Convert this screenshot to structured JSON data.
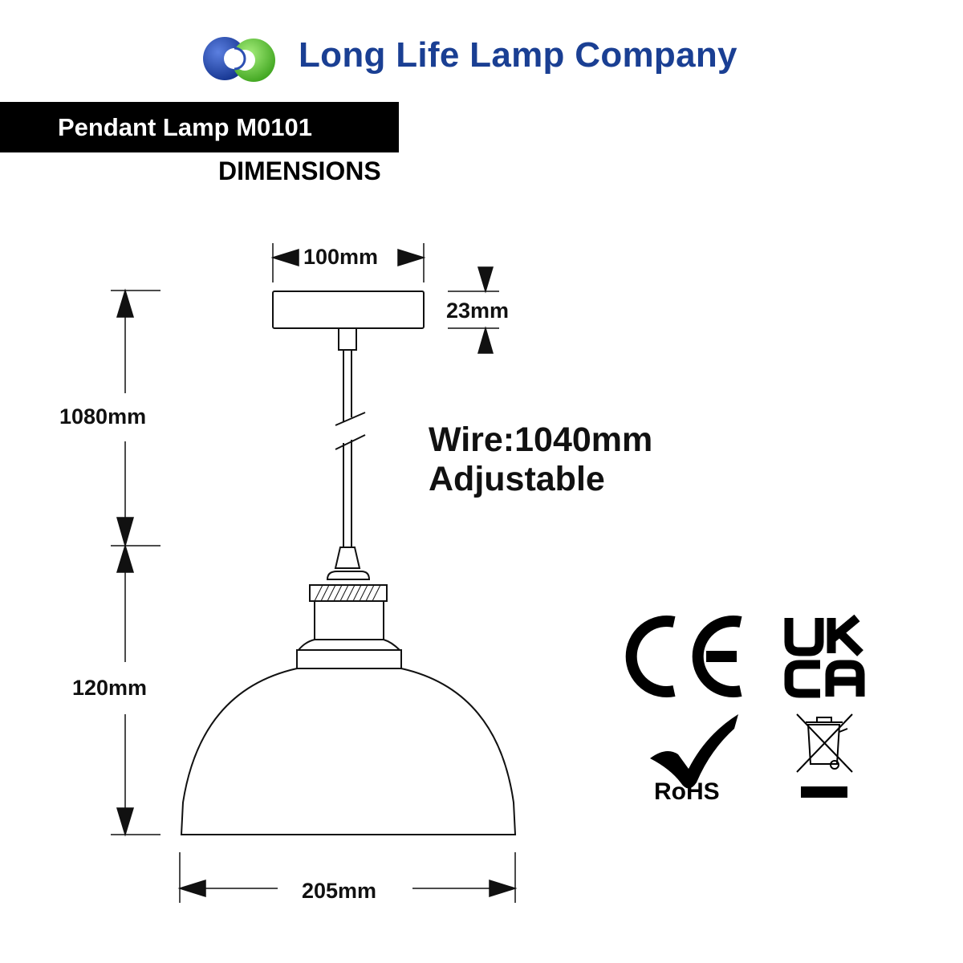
{
  "header": {
    "company_name": "Long Life Lamp Company",
    "logo_icon": "interlocking-rings-logo",
    "product_title": "Pendant Lamp M0101",
    "section_label": "DIMENSIONS"
  },
  "dimensions": {
    "canopy_width": "100mm",
    "canopy_height": "23mm",
    "drop_length": "1080mm",
    "shade_height": "120mm",
    "shade_width": "205mm"
  },
  "wire_note": {
    "line1": "Wire:1040mm",
    "line2": "Adjustable"
  },
  "certifications": {
    "ce_mark": "CE",
    "ukca_line1": "UK",
    "ukca_line2": "CA",
    "rohs_label": "RoHS",
    "weee_icon": "crossed-out-bin-icon"
  },
  "colors": {
    "brand_blue": "#1a3f93",
    "logo_green": "#4fc12a",
    "title_bar": "#000000"
  }
}
